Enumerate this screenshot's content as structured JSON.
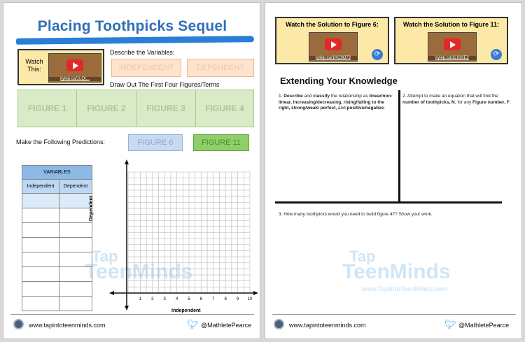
{
  "left": {
    "title": "Placing Toothpicks Sequel",
    "watch_label": "Watch This:",
    "video_url": "kylep.ca/1LQr...",
    "describe_label": "Describe the Variables:",
    "independent_label": "INDEPENDENT",
    "dependent_label": "DEPENDENT",
    "draw_label": "Draw Out The First Four Figures/Terms",
    "figures": [
      "FIGURE 1",
      "FIGURE 2",
      "FIGURE 3",
      "FIGURE 4"
    ],
    "predictions_label": "Make the Following Predictions:",
    "prediction_6": "FIGURE 6",
    "prediction_11": "FIGURE 11",
    "table_header": "VARIABLES",
    "table_col1": "Independent",
    "table_col2": "Dependent",
    "x_ticks": [
      "1",
      "2",
      "3",
      "4",
      "5",
      "6",
      "7",
      "8",
      "9",
      "10"
    ],
    "x_axis_label": "Independent",
    "y_axis_label": "Dependent",
    "footer_url": "www.tapintoteenminds.com",
    "footer_handle": "@MathletePearce",
    "watermark_top": "Tap",
    "watermark_main": "TeenMinds"
  },
  "right": {
    "sol6_title": "Watch the Solution to Figure 6:",
    "sol6_url": "kylep.ca/1KC9O73",
    "sol11_title": "Watch the Solution to Figure 11:",
    "sol11_url": "kylep.ca/1L916E2",
    "extend_title": "Extending Your Knowledge",
    "q1_num": "1.",
    "q1_b1": "Describe",
    "q1_t1": " and ",
    "q1_b2": "classify",
    "q1_t2": " the relationship as ",
    "q1_b3": "linear/non-linear, increasing/decreasing, rising/falling to the right, strong/weak/ perfect,",
    "q1_t3": " and ",
    "q1_b4": "positive/negative",
    "q1_t4": ".",
    "q2_num": "2.",
    "q2_t1": "Attempt to make an equation that will find the ",
    "q2_b1": "number of toothpicks, N",
    "q2_t2": ", for any ",
    "q2_b2": "Figure number, F",
    "q2_t3": ".",
    "q3_text": "3.  How many toothpicks would you need to build figure 47? Show your work.",
    "footer_url": "www.tapintoteenminds.com",
    "footer_handle": "@MathletePearce",
    "watermark_top": "Tap",
    "watermark_main": "TeenMinds",
    "watermark_url": "www.TapIntoTeenMinds.com"
  },
  "colors": {
    "title_blue": "#2f6fb7",
    "watch_yellow": "#fce9a7",
    "variable_peach": "#fce4cf",
    "figure_green": "#d9ebc6",
    "prediction_blue": "#c8d9f1",
    "prediction_green": "#8ecf6a",
    "table_blue": "#8db9e6"
  },
  "icons": [
    "youtube-play-icon",
    "refresh-icon",
    "globe-logo-icon",
    "twitter-bird-icon"
  ]
}
